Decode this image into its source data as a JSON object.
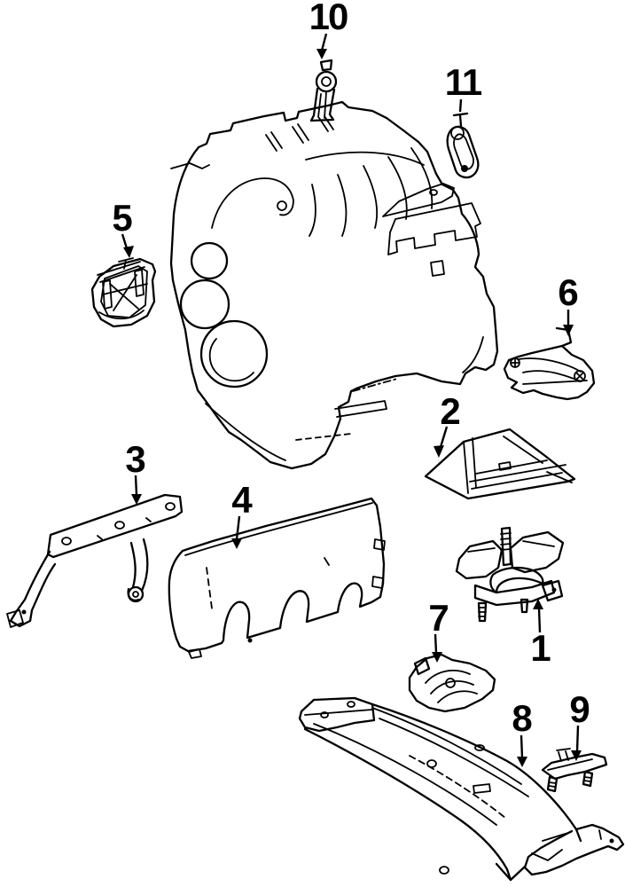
{
  "figure": {
    "type": "exploded-parts-diagram",
    "background_color": "#ffffff",
    "line_color": "#000000",
    "callout_count": "11"
  },
  "callouts": [
    {
      "label": "1"
    },
    {
      "label": "2"
    },
    {
      "label": "3"
    },
    {
      "label": "4"
    },
    {
      "label": "5"
    },
    {
      "label": "6"
    },
    {
      "label": "7"
    },
    {
      "label": "8"
    },
    {
      "label": "9"
    },
    {
      "label": "10"
    },
    {
      "label": "11"
    }
  ]
}
